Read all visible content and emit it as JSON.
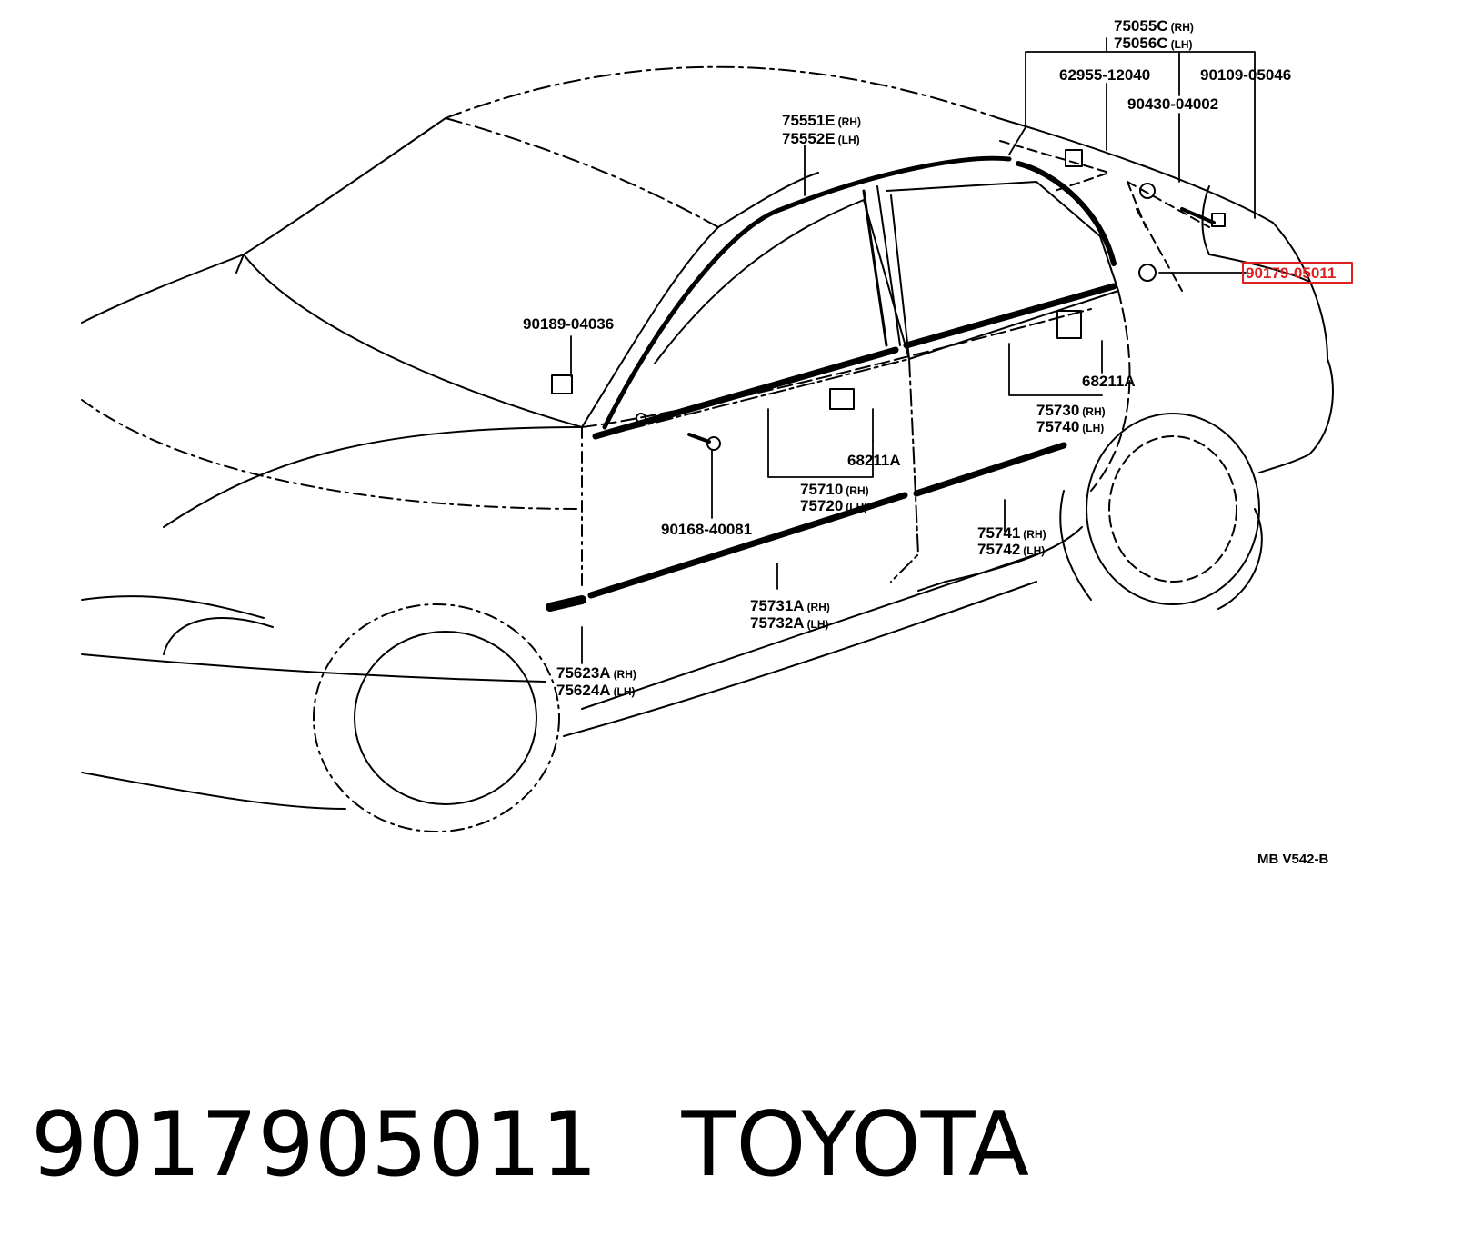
{
  "diagram": {
    "labels": {
      "p75055c": "75055C",
      "p75056c": "75056C",
      "p62955": "62955-12040",
      "p90109": "90109-05046",
      "p90430": "90430-04002",
      "p75551e": "75551E",
      "p75552e": "75552E",
      "p90179": "90179-05011",
      "p90189": "90189-04036",
      "p68211a_rear": "68211A",
      "p68211a_front": "68211A",
      "p75730": "75730",
      "p75740": "75740",
      "p75710": "75710",
      "p75720": "75720",
      "p90168": "90168-40081",
      "p75741": "75741",
      "p75742": "75742",
      "p75731a": "75731A",
      "p75732a": "75732A",
      "p75623a": "75623A",
      "p75624a": "75624A",
      "code": "MB V542-B",
      "rh": "(RH)",
      "lh": "(LH)"
    },
    "highlight_color": "#e02020"
  },
  "footer": {
    "part_number": "9017905011",
    "brand": "TOYOTA"
  }
}
